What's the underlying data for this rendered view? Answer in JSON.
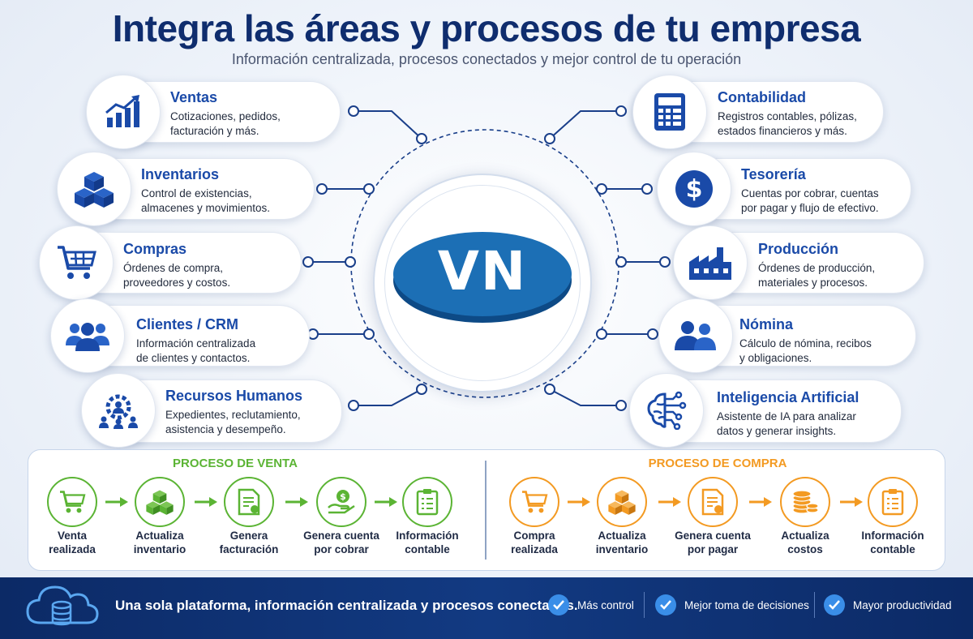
{
  "header": {
    "title": "Integra las áreas y procesos de tu empresa",
    "subtitle": "Información centralizada, procesos conectados y mejor control de tu operación"
  },
  "center": {
    "logo_text": "VN"
  },
  "modules_left": [
    {
      "title": "Ventas",
      "desc1": "Cotizaciones, pedidos,",
      "desc2": "facturación y más.",
      "icon": "chart-growth-icon"
    },
    {
      "title": "Inventarios",
      "desc1": "Control de existencias,",
      "desc2": "almacenes y movimientos.",
      "icon": "boxes-icon"
    },
    {
      "title": "Compras",
      "desc1": "Órdenes de compra,",
      "desc2": "proveedores y costos.",
      "icon": "shopping-cart-icon"
    },
    {
      "title": "Clientes / CRM",
      "desc1": "Información centralizada",
      "desc2": "de clientes y contactos.",
      "icon": "users-group-icon"
    },
    {
      "title": "Recursos Humanos",
      "desc1": "Expedientes, reclutamiento,",
      "desc2": "asistencia y desempeño.",
      "icon": "hr-gear-icon"
    }
  ],
  "modules_right": [
    {
      "title": "Contabilidad",
      "desc1": "Registros contables, pólizas,",
      "desc2": "estados financieros y más.",
      "icon": "calculator-icon"
    },
    {
      "title": "Tesorería",
      "desc1": "Cuentas por cobrar, cuentas",
      "desc2": "por pagar y flujo de efectivo.",
      "icon": "dollar-coin-icon"
    },
    {
      "title": "Producción",
      "desc1": "Órdenes de producción,",
      "desc2": "materiales y procesos.",
      "icon": "factory-icon"
    },
    {
      "title": "Nómina",
      "desc1": "Cálculo de nómina, recibos",
      "desc2": "y obligaciones.",
      "icon": "two-users-icon"
    },
    {
      "title": "Inteligencia Artificial",
      "desc1": "Asistente de IA para analizar",
      "desc2": "datos y generar insights.",
      "icon": "ai-brain-icon"
    }
  ],
  "process_sale": {
    "title": "PROCESO DE VENTA",
    "color": "#5bb434",
    "steps": [
      {
        "line1": "Venta",
        "line2": "realizada",
        "icon": "cart-icon"
      },
      {
        "line1": "Actualiza",
        "line2": "inventario",
        "icon": "boxes-icon"
      },
      {
        "line1": "Genera",
        "line2": "facturación",
        "icon": "invoice-icon"
      },
      {
        "line1": "Genera cuenta",
        "line2": "por cobrar",
        "icon": "hand-coin-icon"
      },
      {
        "line1": "Información",
        "line2": "contable",
        "icon": "clipboard-icon"
      }
    ]
  },
  "process_purchase": {
    "title": "PROCESO DE COMPRA",
    "color": "#f39a22",
    "steps": [
      {
        "line1": "Compra",
        "line2": "realizada",
        "icon": "cart-icon"
      },
      {
        "line1": "Actualiza",
        "line2": "inventario",
        "icon": "boxes-icon"
      },
      {
        "line1": "Genera cuenta",
        "line2": "por pagar",
        "icon": "invoice-icon"
      },
      {
        "line1": "Actualiza",
        "line2": "costos",
        "icon": "coins-stack-icon"
      },
      {
        "line1": "Información",
        "line2": "contable",
        "icon": "clipboard-icon"
      }
    ]
  },
  "footer": {
    "text": "Una sola plataforma, información centralizada y procesos conectados.",
    "features": [
      "Más control",
      "Mejor toma de decisiones",
      "Mayor productividad"
    ]
  },
  "colors": {
    "primary": "#1a4aa8",
    "navy": "#0f2d6e",
    "logo_blue": "#1c6fb5",
    "green": "#5bb434",
    "orange": "#f39a22",
    "check": "#3a8ee8"
  }
}
